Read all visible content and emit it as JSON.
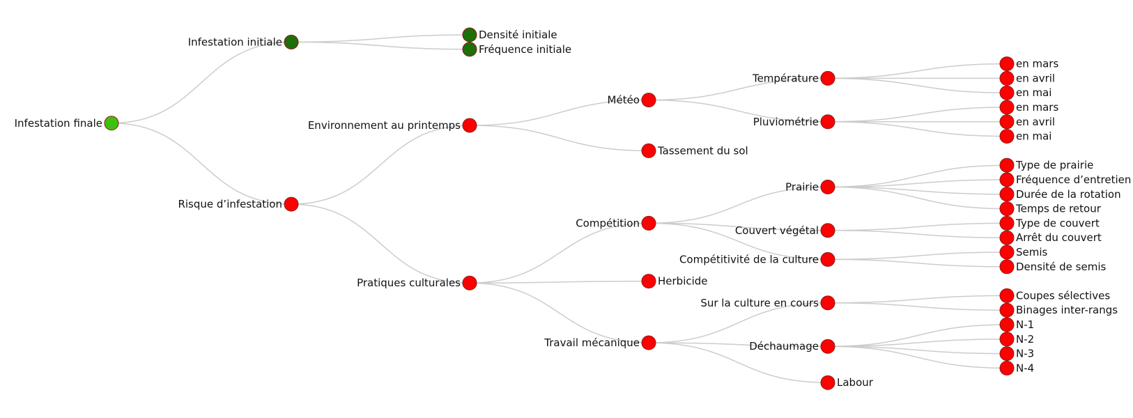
{
  "colors": {
    "root": "#3fbf10",
    "initial_branch": "#1e6e0a",
    "risk_branch": "#ff0000",
    "link": "#cccccc"
  },
  "tree": {
    "label": "Infestation finale",
    "color": "root",
    "children": [
      {
        "label": "Infestation initiale",
        "color": "initial_branch",
        "children": [
          {
            "label": "Densité initiale",
            "color": "initial_branch"
          },
          {
            "label": "Fréquence initiale",
            "color": "initial_branch"
          }
        ]
      },
      {
        "label": "Risque d’infestation",
        "color": "risk_branch",
        "children": [
          {
            "label": "Environnement au printemps",
            "color": "risk_branch",
            "children": [
              {
                "label": "Météo",
                "color": "risk_branch",
                "children": [
                  {
                    "label": "Température",
                    "color": "risk_branch",
                    "children": [
                      {
                        "label": "en mars",
                        "color": "risk_branch"
                      },
                      {
                        "label": "en avril",
                        "color": "risk_branch"
                      },
                      {
                        "label": "en mai",
                        "color": "risk_branch"
                      }
                    ]
                  },
                  {
                    "label": "Pluviométrie",
                    "color": "risk_branch",
                    "children": [
                      {
                        "label": "en mars",
                        "color": "risk_branch"
                      },
                      {
                        "label": "en avril",
                        "color": "risk_branch"
                      },
                      {
                        "label": "en mai",
                        "color": "risk_branch"
                      }
                    ]
                  }
                ]
              },
              {
                "label": "Tassement du sol",
                "color": "risk_branch"
              }
            ]
          },
          {
            "label": "Pratiques culturales",
            "color": "risk_branch",
            "children": [
              {
                "label": "Compétition",
                "color": "risk_branch",
                "children": [
                  {
                    "label": "Prairie",
                    "color": "risk_branch",
                    "children": [
                      {
                        "label": "Type de prairie",
                        "color": "risk_branch"
                      },
                      {
                        "label": "Fréquence d’entretien",
                        "color": "risk_branch"
                      },
                      {
                        "label": "Durée de la rotation",
                        "color": "risk_branch"
                      },
                      {
                        "label": "Temps de retour",
                        "color": "risk_branch"
                      }
                    ]
                  },
                  {
                    "label": "Couvert végétal",
                    "color": "risk_branch",
                    "children": [
                      {
                        "label": "Type de couvert",
                        "color": "risk_branch"
                      },
                      {
                        "label": "Arrêt du couvert",
                        "color": "risk_branch"
                      }
                    ]
                  },
                  {
                    "label": "Compétitivité de la culture",
                    "color": "risk_branch",
                    "children": [
                      {
                        "label": "Semis",
                        "color": "risk_branch"
                      },
                      {
                        "label": "Densité de semis",
                        "color": "risk_branch"
                      }
                    ]
                  }
                ]
              },
              {
                "label": "Herbicide",
                "color": "risk_branch"
              },
              {
                "label": "Travail mécanique",
                "color": "risk_branch",
                "children": [
                  {
                    "label": "Sur la culture en cours",
                    "color": "risk_branch",
                    "children": [
                      {
                        "label": "Coupes sélectives",
                        "color": "risk_branch"
                      },
                      {
                        "label": "Binages inter-rangs",
                        "color": "risk_branch"
                      }
                    ]
                  },
                  {
                    "label": "Déchaumage",
                    "color": "risk_branch",
                    "children": [
                      {
                        "label": "N-1",
                        "color": "risk_branch"
                      },
                      {
                        "label": "N-2",
                        "color": "risk_branch"
                      },
                      {
                        "label": "N-3",
                        "color": "risk_branch"
                      },
                      {
                        "label": "N-4",
                        "color": "risk_branch"
                      }
                    ]
                  },
                  {
                    "label": "Labour",
                    "color": "risk_branch"
                  }
                ]
              }
            ]
          }
        ]
      }
    ]
  }
}
